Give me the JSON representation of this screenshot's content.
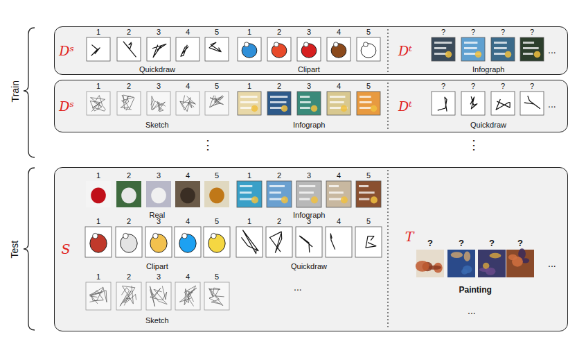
{
  "diagram": {
    "nodes": [
      {
        "text": [
          "Dˢ",
          "Dᵗ"
        ]
      },
      {
        "text": [
          "Dˢ",
          "Dᵗ"
        ]
      },
      {
        "text": [
          "S",
          "T"
        ]
      }
    ],
    "labels": [
      "Train",
      "1",
      "2",
      "3",
      "4",
      "5",
      "1",
      "2",
      "3",
      "4",
      "5",
      "Quickdraw",
      "Clipart",
      "?",
      "?",
      "?",
      "?",
      "Infograph",
      "...",
      "1",
      "2",
      "3",
      "4",
      "5",
      "1",
      "2",
      "3",
      "4",
      "5",
      "Sketch",
      "Infograph",
      "?",
      "?",
      "?",
      "?",
      "Quickdraw",
      "...",
      "⋮",
      "⋮",
      "Test",
      "1",
      "2",
      "3",
      "4",
      "5",
      "1",
      "2",
      "3",
      "4",
      "5",
      "Real",
      "Infograph",
      "1",
      "2",
      "3",
      "4",
      "5",
      "1",
      "2",
      "3",
      "4",
      "5",
      "Clipart",
      "Quickdraw",
      "1",
      "2",
      "3",
      "4",
      "5",
      "Sketch",
      "...",
      "?",
      "?",
      "?",
      "?",
      "Painting",
      "...",
      "..."
    ]
  }
}
